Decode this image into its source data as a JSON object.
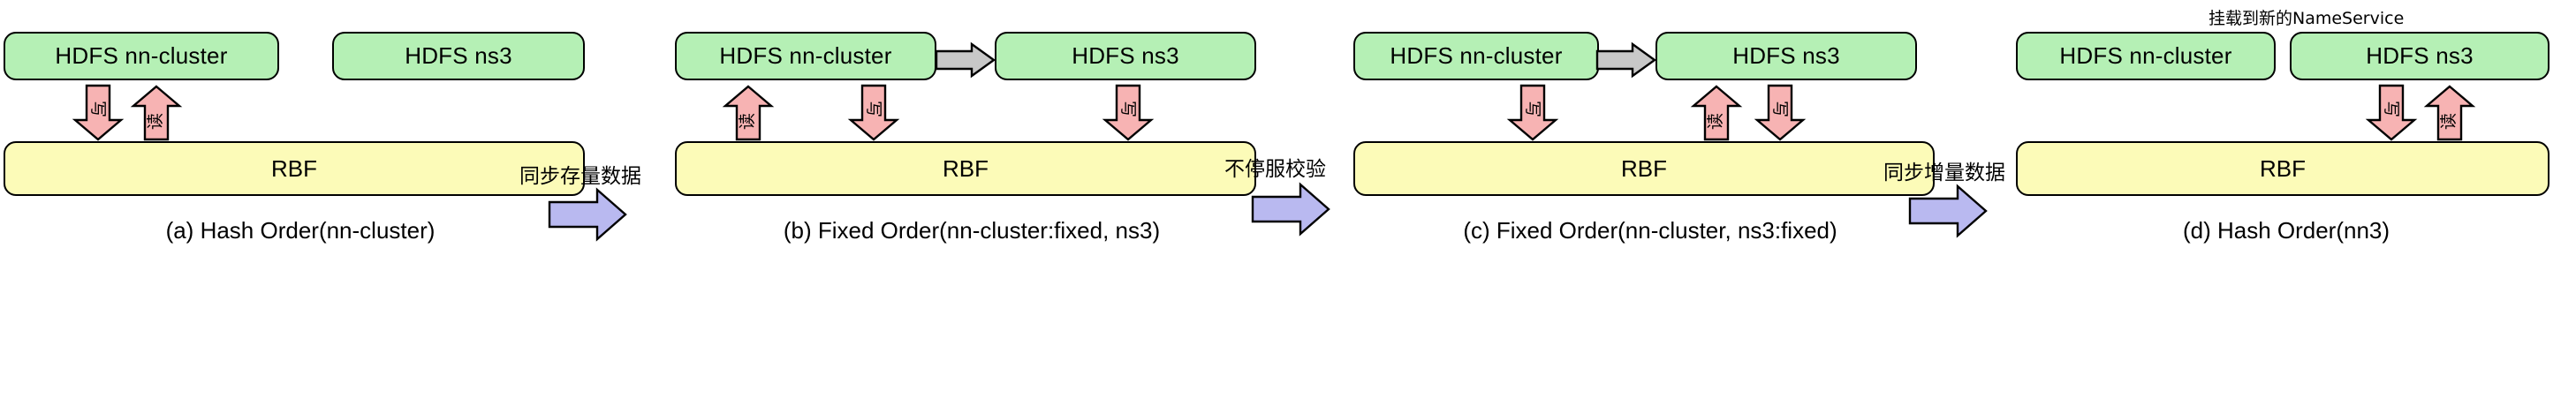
{
  "diagram": {
    "title": "HDFS RBF mount point migration stages",
    "colors": {
      "node_fill": "#b5f0b5",
      "rbf_fill": "#fcfbb8",
      "red_arrow_fill": "#f7b3b3",
      "blue_arrow_fill": "#b9b9f0",
      "gray_arrow_fill": "#c8c8c8",
      "stroke": "#000000"
    },
    "labels": {
      "read": "读",
      "write": "写",
      "rbf": "RBF",
      "nn_cluster": "HDFS nn-cluster",
      "ns3": "HDFS ns3"
    },
    "annotation": "挂载到新的NameService",
    "panels": [
      {
        "id": "a",
        "caption": "(a) Hash Order(nn-cluster)",
        "nodes": [
          {
            "name": "nn-cluster",
            "label": "HDFS nn-cluster"
          },
          {
            "name": "ns3",
            "label": "HDFS ns3"
          }
        ],
        "rbf": "RBF",
        "has_gray_arrow": false,
        "arrows": [
          {
            "dir": "down",
            "label": "写",
            "from": "nn-cluster",
            "to": "RBF"
          },
          {
            "dir": "up",
            "label": "读",
            "from": "RBF",
            "to": "nn-cluster"
          }
        ]
      },
      {
        "id": "b",
        "caption": "(b) Fixed Order(nn-cluster:fixed, ns3)",
        "nodes": [
          {
            "name": "nn-cluster",
            "label": "HDFS nn-cluster"
          },
          {
            "name": "ns3",
            "label": "HDFS ns3"
          }
        ],
        "rbf": "RBF",
        "has_gray_arrow": true,
        "arrows": [
          {
            "dir": "up",
            "label": "读",
            "from": "RBF",
            "to": "nn-cluster"
          },
          {
            "dir": "down",
            "label": "写",
            "from": "nn-cluster",
            "to": "RBF"
          },
          {
            "dir": "down",
            "label": "写",
            "from": "ns3",
            "to": "RBF"
          }
        ]
      },
      {
        "id": "c",
        "caption": "(c) Fixed Order(nn-cluster, ns3:fixed)",
        "nodes": [
          {
            "name": "nn-cluster",
            "label": "HDFS nn-cluster"
          },
          {
            "name": "ns3",
            "label": "HDFS ns3"
          }
        ],
        "rbf": "RBF",
        "has_gray_arrow": true,
        "arrows": [
          {
            "dir": "down",
            "label": "写",
            "from": "nn-cluster",
            "to": "RBF"
          },
          {
            "dir": "up",
            "label": "读",
            "from": "RBF",
            "to": "ns3"
          },
          {
            "dir": "down",
            "label": "写",
            "from": "ns3",
            "to": "RBF"
          }
        ]
      },
      {
        "id": "d",
        "caption": "(d) Hash Order(nn3)",
        "nodes": [
          {
            "name": "nn-cluster",
            "label": "HDFS nn-cluster"
          },
          {
            "name": "ns3",
            "label": "HDFS ns3"
          }
        ],
        "rbf": "RBF",
        "has_gray_arrow": false,
        "arrows": [
          {
            "dir": "down",
            "label": "写",
            "from": "ns3",
            "to": "RBF"
          },
          {
            "dir": "up",
            "label": "读",
            "from": "RBF",
            "to": "ns3"
          }
        ]
      }
    ],
    "steps": [
      {
        "id": "step-1",
        "label": "同步存量数据"
      },
      {
        "id": "step-2",
        "label": "不停服校验"
      },
      {
        "id": "step-3",
        "label": "同步增量数据"
      }
    ]
  }
}
